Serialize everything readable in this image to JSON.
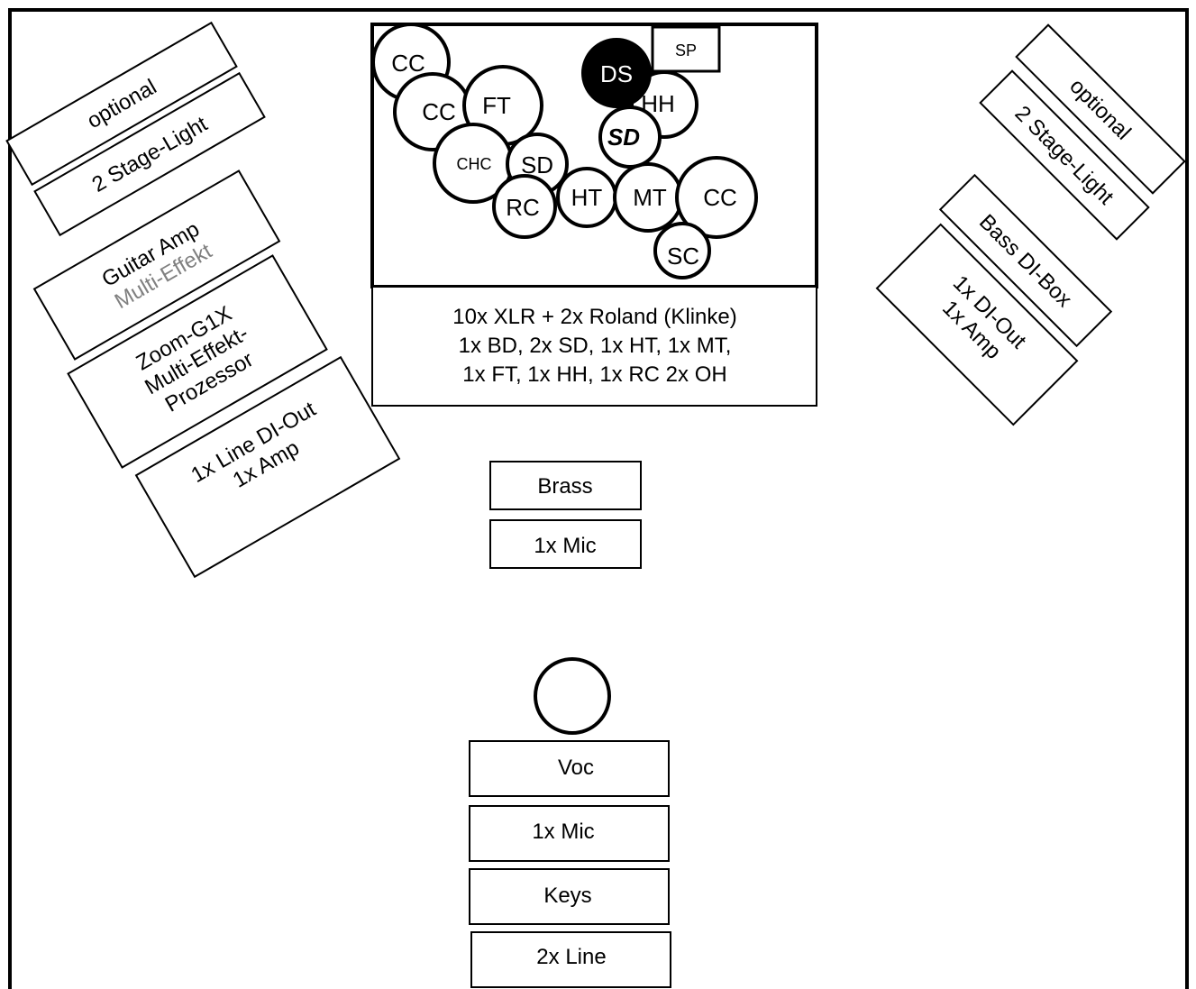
{
  "left": {
    "optional": "optional",
    "stage_light": "2 Stage-Light",
    "guitar_amp": "Guitar Amp",
    "guitar_multi": "Multi-Effekt",
    "zoom_line1": "Zoom-G1X",
    "zoom_line2": "Multi-Effekt-",
    "zoom_line3": "Prozessor",
    "line_di_line1": "1x Line DI-Out",
    "line_di_line2": "1x Amp"
  },
  "right": {
    "optional": "optional",
    "stage_light": "2 Stage-Light",
    "bass_di": "Bass DI-Box",
    "di_out_line1": "1x DI-Out",
    "di_out_line2": "1x Amp"
  },
  "drums": {
    "cc_top": "CC",
    "cc_second": "CC",
    "ft": "FT",
    "chc": "CHC",
    "sd_left": "SD",
    "rc": "RC",
    "ht": "HT",
    "mt": "MT",
    "cc_right": "CC",
    "sc": "SC",
    "ds": "DS",
    "sp": "SP",
    "hh": "HH",
    "sd_right": "SD",
    "colors": {
      "ds_fill": "#000000"
    }
  },
  "drum_info": {
    "line1": "10x XLR + 2x Roland (Klinke)",
    "line2": "1x BD, 2x SD, 1x HT, 1x MT,",
    "line3": "1x FT, 1x HH, 1x RC 2x OH"
  },
  "brass": {
    "label": "Brass",
    "mic": "1x Mic"
  },
  "center": {
    "voc": "Voc",
    "voc_mic": "1x Mic",
    "keys": "Keys",
    "keys_line": "2x Line"
  }
}
